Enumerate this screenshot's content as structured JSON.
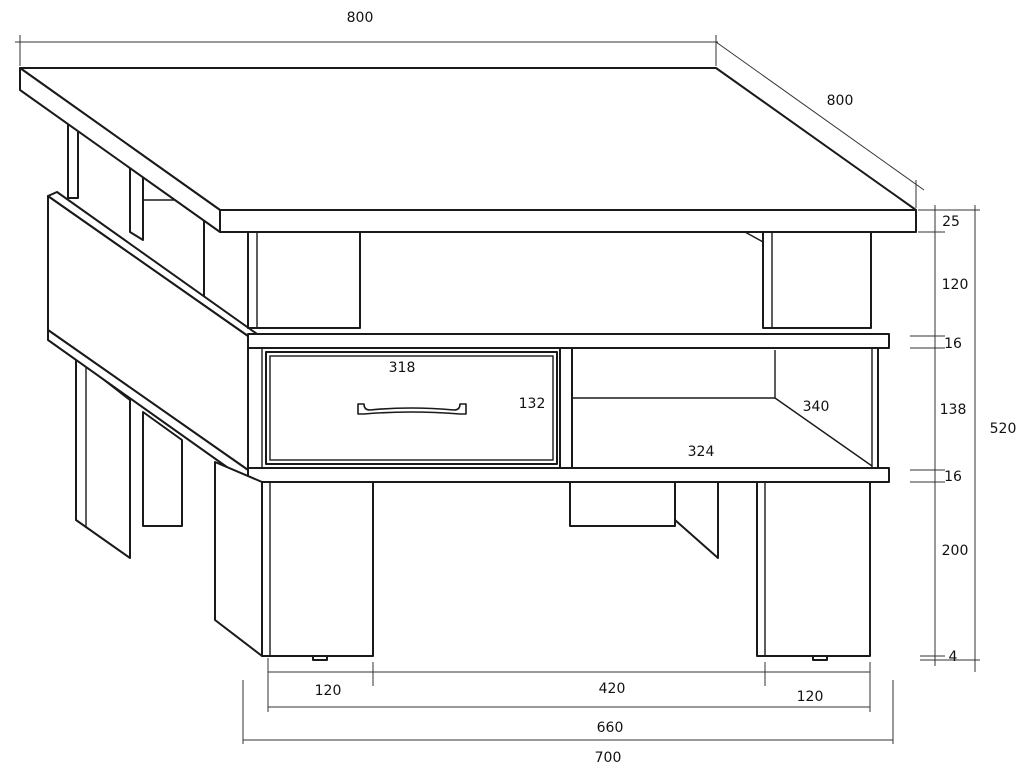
{
  "dimensions": {
    "top_width": "800",
    "top_depth": "800",
    "top_thickness": "25",
    "upper_leg_height": "120",
    "shelf_thickness_upper": "16",
    "middle_height": "138",
    "shelf_thickness_lower": "16",
    "lower_leg_height": "200",
    "foot_height": "4",
    "total_height": "520",
    "drawer_width": "318",
    "drawer_height": "132",
    "compartment_depth": "340",
    "compartment_width": "324",
    "leg_width_left": "120",
    "leg_gap": "420",
    "leg_width_right": "120",
    "frame_width": "660",
    "overall_width": "700"
  }
}
